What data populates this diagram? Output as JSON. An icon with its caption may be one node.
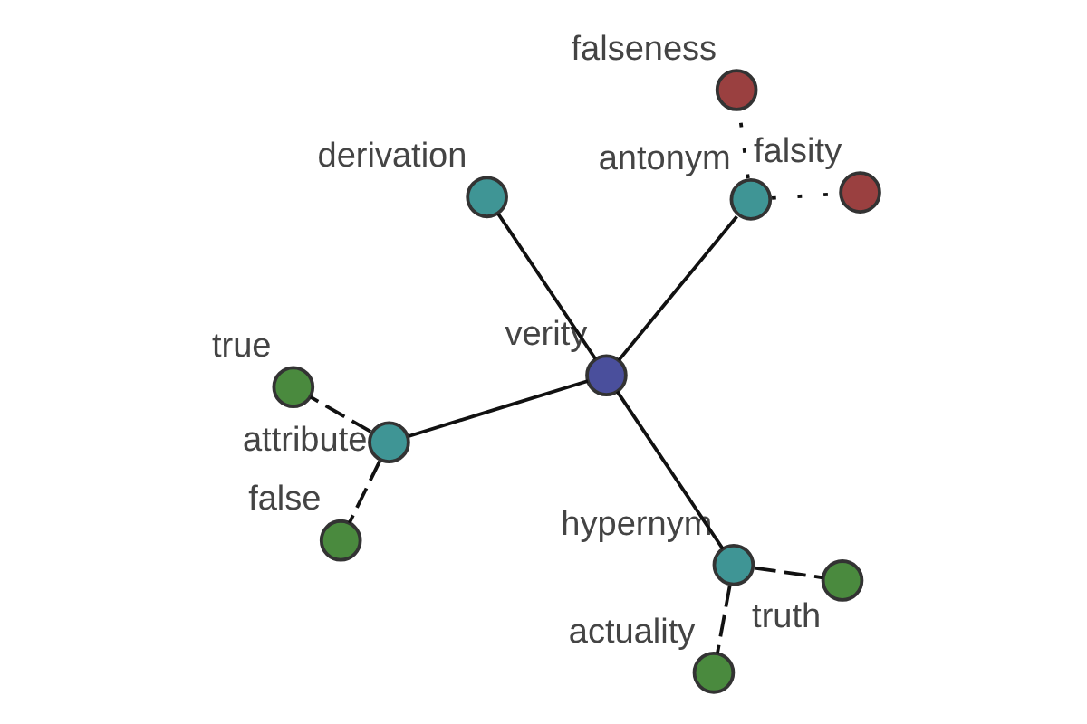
{
  "diagram": {
    "nodes": [
      {
        "text": [
          "true"
        ]
      },
      {
        "text": [
          "falsity"
        ]
      },
      {
        "text": [
          "attribute"
        ]
      },
      {
        "text": [
          "false"
        ]
      },
      {
        "text": [
          "antonym"
        ]
      },
      {
        "text": [
          "falseness"
        ]
      },
      {
        "text": [
          "verity"
        ]
      },
      {
        "text": [
          "actuality"
        ]
      },
      {
        "text": [
          "hypernym"
        ]
      },
      {
        "text": [
          "derivation"
        ]
      },
      {
        "text": [
          "truth"
        ]
      }
    ],
    "edges": [
      {
        "from": 6,
        "to": 2,
        "arrow": "none"
      },
      {
        "from": 6,
        "to": 4,
        "arrow": "none"
      },
      {
        "from": 6,
        "to": 8,
        "arrow": "none"
      },
      {
        "from": 6,
        "to": 9,
        "arrow": "none"
      },
      {
        "from": 2,
        "to": 0,
        "arrow": "none",
        "style": "dashed"
      },
      {
        "from": 2,
        "to": 3,
        "arrow": "none",
        "style": "dashed"
      },
      {
        "from": 4,
        "to": 1,
        "arrow": "none",
        "style": "dashed"
      },
      {
        "from": 4,
        "to": 5,
        "arrow": "none",
        "style": "dashed"
      },
      {
        "from": 8,
        "to": 7,
        "arrow": "none",
        "style": "dashed"
      },
      {
        "from": 8,
        "to": 10,
        "arrow": "none",
        "style": "dashed"
      }
    ]
  }
}
